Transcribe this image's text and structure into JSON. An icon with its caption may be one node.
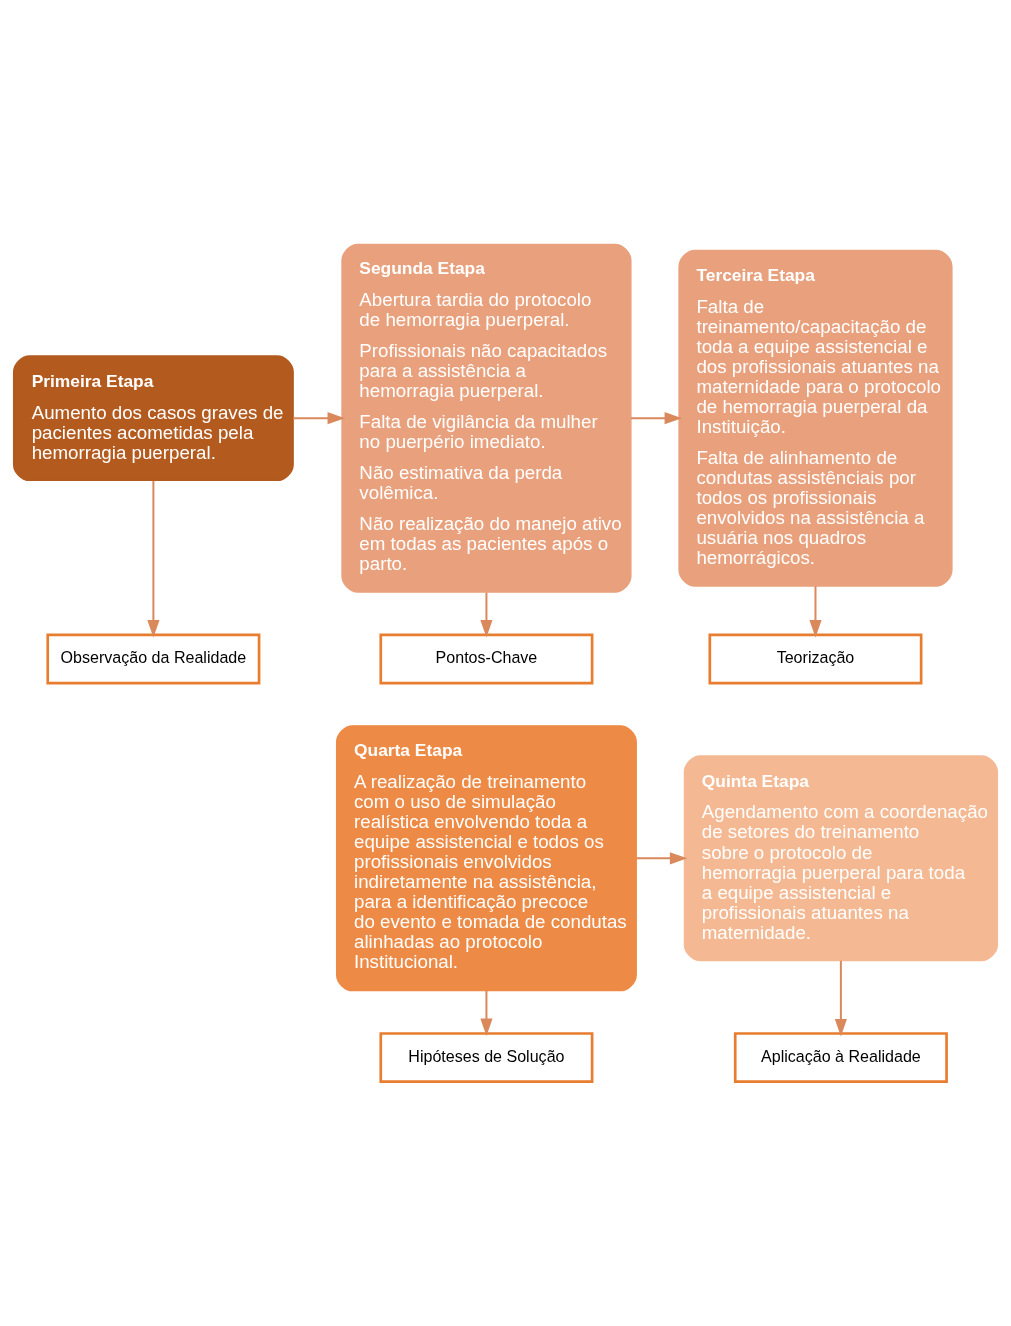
{
  "diagram": {
    "nodes": [
      {
        "text": [
          "Primeira Etapa",
          "Aumento dos casos graves de pacientes acometidas pela hemorragia puerperal."
        ]
      },
      {
        "text": [
          "Observação da Realidade"
        ]
      },
      {
        "text": [
          "Segunda Etapa",
          "Abertura tardia do protocolo de hemorragia puerperal.",
          "Profissionais não capacitados para a assistência a hemorragia puerperal.",
          "Falta de vigilância da mulher no puerpério imediato.",
          "Não estimativa da perda volêmica.",
          "Não realização do manejo ativo em todas as pacientes após o parto."
        ]
      },
      {
        "text": [
          "Pontos-Chave"
        ]
      },
      {
        "text": [
          "Terceira Etapa",
          "Falta de treinamento/capacitação de toda a equipe assistencial e dos profissionais atuantes na maternidade para o protocolo de hemorragia puerperal da Instituição.",
          "Falta de alinhamento de condutas assistênciais por todos os profissionais envolvidos na assistência a usuária nos quadros hemorrágicos."
        ]
      },
      {
        "text": [
          "Teorização"
        ]
      },
      {
        "text": [
          "Quarta Etapa",
          "A realização de treinamento com o uso de simulação realística envolvendo toda a equipe assistencial e todos os profissionais envolvidos indiretamente na assistência, para a identificação precoce do evento e tomada de condutas alinhadas ao protocolo Institucional."
        ]
      },
      {
        "text": [
          "Hipóteses de Solução"
        ]
      },
      {
        "text": [
          "Quinta Etapa",
          "Agendamento com a coordenação de setores do treinamento sobre o protocolo de hemorragia puerperal para toda a equipe assistencial e profissionais atuantes na maternidade."
        ]
      },
      {
        "text": [
          "Aplicação à Realidade"
        ]
      }
    ],
    "edges": [
      {
        "from": 0,
        "to": 2,
        "arrow": "to"
      },
      {
        "from": 2,
        "to": 4,
        "arrow": "to"
      },
      {
        "from": 0,
        "to": 1,
        "arrow": "to"
      },
      {
        "from": 2,
        "to": 3,
        "arrow": "to"
      },
      {
        "from": 4,
        "to": 5,
        "arrow": "to"
      },
      {
        "from": 6,
        "to": 8,
        "arrow": "to"
      },
      {
        "from": 6,
        "to": 7,
        "arrow": "to"
      },
      {
        "from": 8,
        "to": 9,
        "arrow": "to"
      }
    ]
  }
}
